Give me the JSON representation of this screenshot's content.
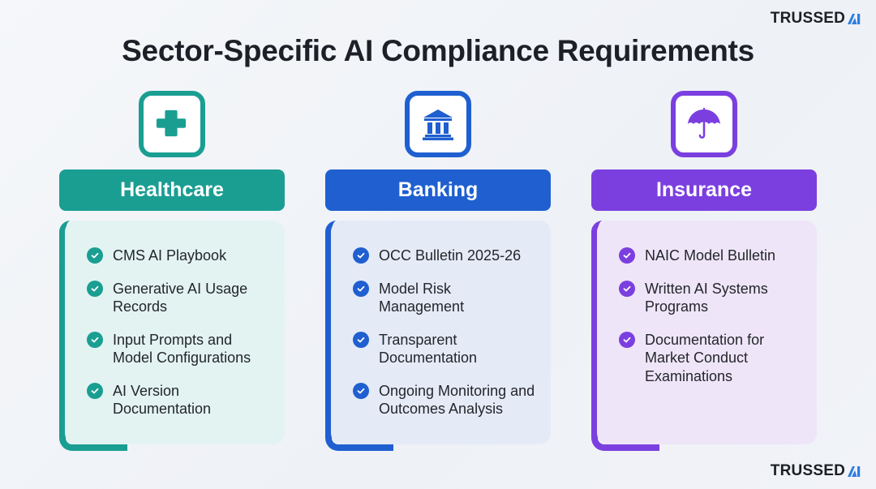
{
  "brand": {
    "name": "TRUSSED",
    "mark": "AI-mark-icon"
  },
  "title": "Sector-Specific AI Compliance Requirements",
  "colors": {
    "healthcare": "#1a9e92",
    "banking": "#1f5fd0",
    "insurance": "#7b3fe0"
  },
  "sectors": [
    {
      "name": "Healthcare",
      "icon": "medical-cross-icon",
      "items": [
        "CMS AI Playbook",
        "Generative AI Usage Records",
        "Input Prompts and Model Configurations",
        "AI Version Documentation"
      ]
    },
    {
      "name": "Banking",
      "icon": "bank-building-icon",
      "items": [
        "OCC Bulletin 2025-26",
        "Model Risk Management",
        "Transparent Documentation",
        "Ongoing Monitoring and Outcomes Analysis"
      ]
    },
    {
      "name": "Insurance",
      "icon": "umbrella-icon",
      "items": [
        "NAIC Model Bulletin",
        "Written AI Systems Programs",
        "Documentation for Market Conduct Examinations"
      ]
    }
  ]
}
